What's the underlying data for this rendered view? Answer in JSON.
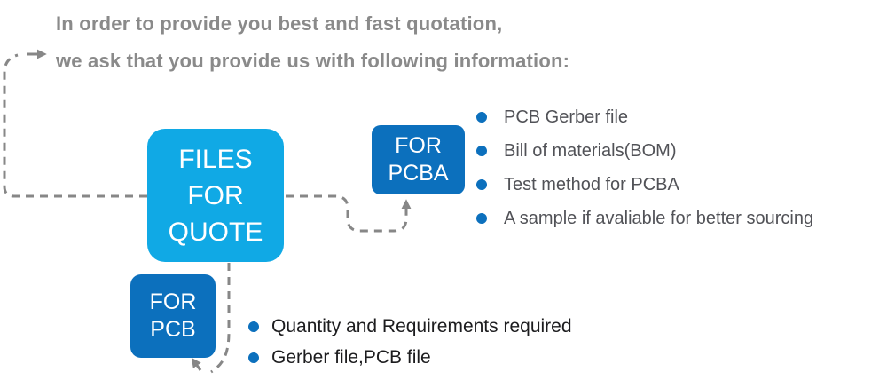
{
  "header": {
    "line1": "In order to provide you best and fast quotation,",
    "line2": "we ask that you provide us with following information:"
  },
  "boxes": {
    "files_for_quote": {
      "lines": [
        "FILES",
        "FOR",
        "QUOTE"
      ]
    },
    "for_pcba": {
      "lines": [
        "FOR",
        "PCBA"
      ]
    },
    "for_pcb": {
      "lines": [
        "FOR",
        "PCB"
      ]
    }
  },
  "lists": {
    "pcba": {
      "items": [
        "PCB Gerber file",
        "Bill of materials(BOM)",
        "Test method for PCBA",
        "A sample if avaliable for better sourcing"
      ]
    },
    "pcb": {
      "items": [
        "Quantity and Requirements required",
        "Gerber file,PCB file"
      ]
    }
  },
  "icons": {
    "bullet": "ring-bullet-icon",
    "connectors": "dashed-arrow"
  },
  "colors": {
    "cyan_box": "#10a9e5",
    "blue_box": "#0c70bd",
    "bullet_ring": "#0c70bd",
    "dash_gray": "#878787",
    "header_text": "#8a8a8a",
    "pcba_list_text": "#515257",
    "pcb_list_text": "#1c1c1e",
    "box_text": "#ffffff"
  }
}
